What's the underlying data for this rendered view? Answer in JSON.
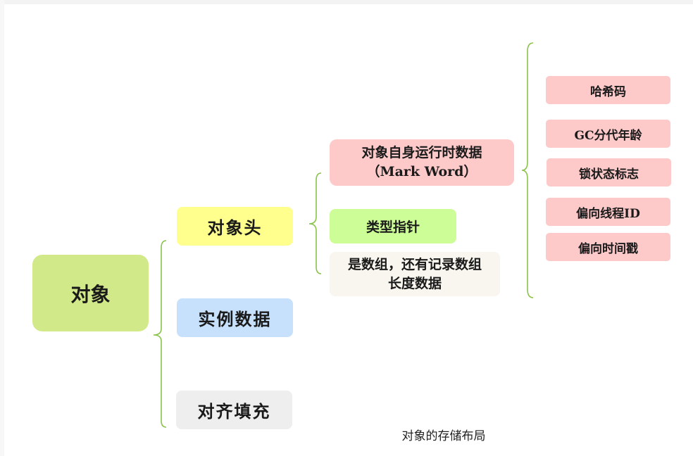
{
  "diagram": {
    "root": {
      "label": "对象"
    },
    "level1": [
      {
        "id": "header",
        "label": "对象头"
      },
      {
        "id": "instance",
        "label": "实例数据"
      },
      {
        "id": "padding",
        "label": "对齐填充"
      }
    ],
    "header_children": [
      {
        "id": "markword",
        "line1": "对象自身运行时数据",
        "line2": "（Mark Word）"
      },
      {
        "id": "typeptr",
        "label": "类型指针"
      },
      {
        "id": "arraylen",
        "line1": "是数组，还有记录数组",
        "line2": "长度数据"
      }
    ],
    "markword_children": [
      "哈希码",
      "GC分代年龄",
      "锁状态标志",
      "偏向线程ID",
      "偏向时间戳"
    ],
    "caption": "对象的存储布局"
  },
  "colors": {
    "root": "#d2e989",
    "header": "#feff8c",
    "instance": "#c7e0fb",
    "padding": "#eeeeee",
    "markword": "#fdc9c9",
    "typeptr": "#cdfd96",
    "arraylen": "#f8f6ee",
    "leaf": "#fdc9c9",
    "connector": "#8bc34a"
  }
}
